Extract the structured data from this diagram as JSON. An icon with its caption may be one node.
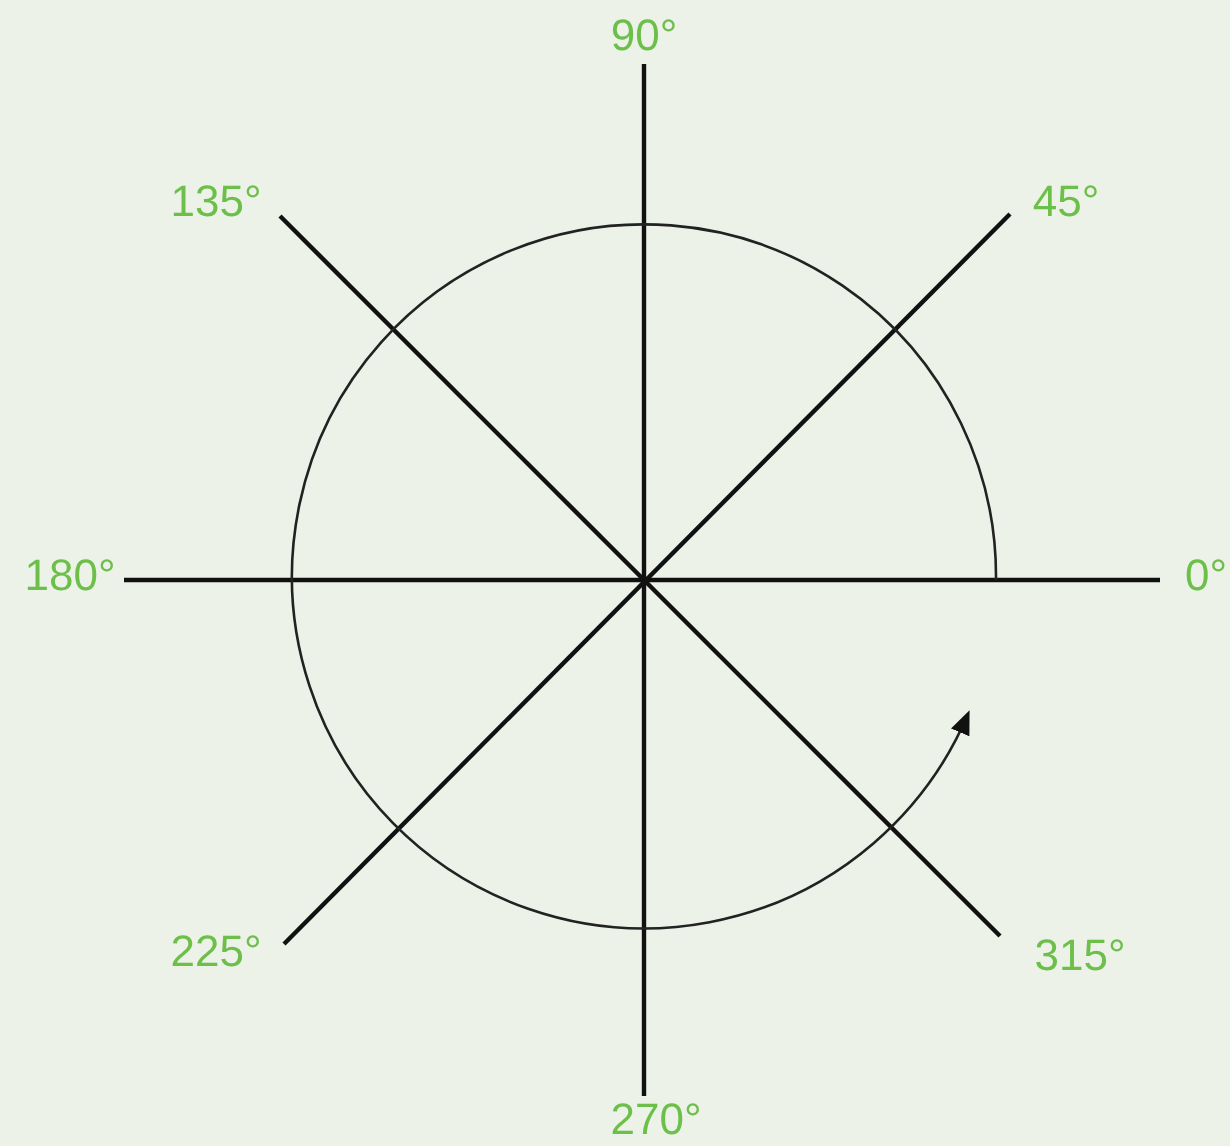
{
  "diagram": {
    "labels": [
      "90°",
      "135°",
      "45°",
      "180°",
      "0°",
      "225°",
      "315°",
      "270°"
    ]
  }
}
